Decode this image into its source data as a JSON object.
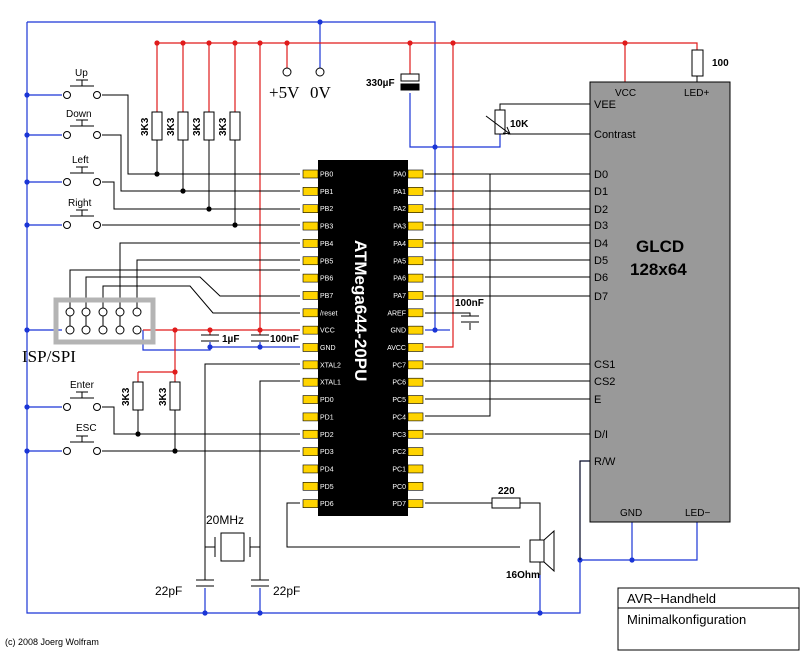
{
  "buttons": [
    "Up",
    "Down",
    "Left",
    "Right",
    "Enter",
    "ESC"
  ],
  "supply_labels": {
    "vcc": "+5V",
    "gnd": "0V"
  },
  "resistor_labels": {
    "pullup": "3K3",
    "contrast": "10K",
    "led": "100",
    "speaker": "220"
  },
  "capacitor_labels": {
    "c_main": "330µF",
    "c_1u": "1µF",
    "c_100n_left": "100nF",
    "c_100n_aref": "100nF",
    "c_22p_left": "22pF",
    "c_22p_right": "22pF"
  },
  "crystal_label": "20MHz",
  "speaker_label": "16Ohm",
  "isp_label": "ISP/SPI",
  "chip": {
    "name": "ATMega644-20PU",
    "left_pins": [
      "PB0",
      "PB1",
      "PB2",
      "PB3",
      "PB4",
      "PB5",
      "PB6",
      "PB7",
      "/reset",
      "VCC",
      "GND",
      "XTAL2",
      "XTAL1",
      "PD0",
      "PD1",
      "PD2",
      "PD3",
      "PD4",
      "PD5",
      "PD6"
    ],
    "right_pins": [
      "PA0",
      "PA1",
      "PA2",
      "PA3",
      "PA4",
      "PA5",
      "PA6",
      "PA7",
      "AREF",
      "GND",
      "AVCC",
      "PC7",
      "PC6",
      "PC5",
      "PC4",
      "PC3",
      "PC2",
      "PC1",
      "PC0",
      "PD7"
    ]
  },
  "glcd": {
    "title_line1": "GLCD",
    "title_line2": "128x64",
    "top_pins": {
      "vcc": "VCC",
      "led_plus": "LED+"
    },
    "bottom_pins": {
      "gnd": "GND",
      "led_minus": "LED−"
    },
    "side_pins": [
      "VEE",
      "Contrast",
      "D0",
      "D1",
      "D2",
      "D3",
      "D4",
      "D5",
      "D6",
      "D7",
      "CS1",
      "CS2",
      "E",
      "D/I",
      "R/W"
    ]
  },
  "title_block": {
    "line1": "AVR−Handheld",
    "line2": "Minimalkonfiguration"
  },
  "copyright": "(c) 2008 Joerg Wolfram",
  "colors": {
    "vcc_wire": "#e01b1b",
    "gnd_wire": "#1a35d6",
    "chip_body": "#000000",
    "glcd_body": "#999999"
  }
}
